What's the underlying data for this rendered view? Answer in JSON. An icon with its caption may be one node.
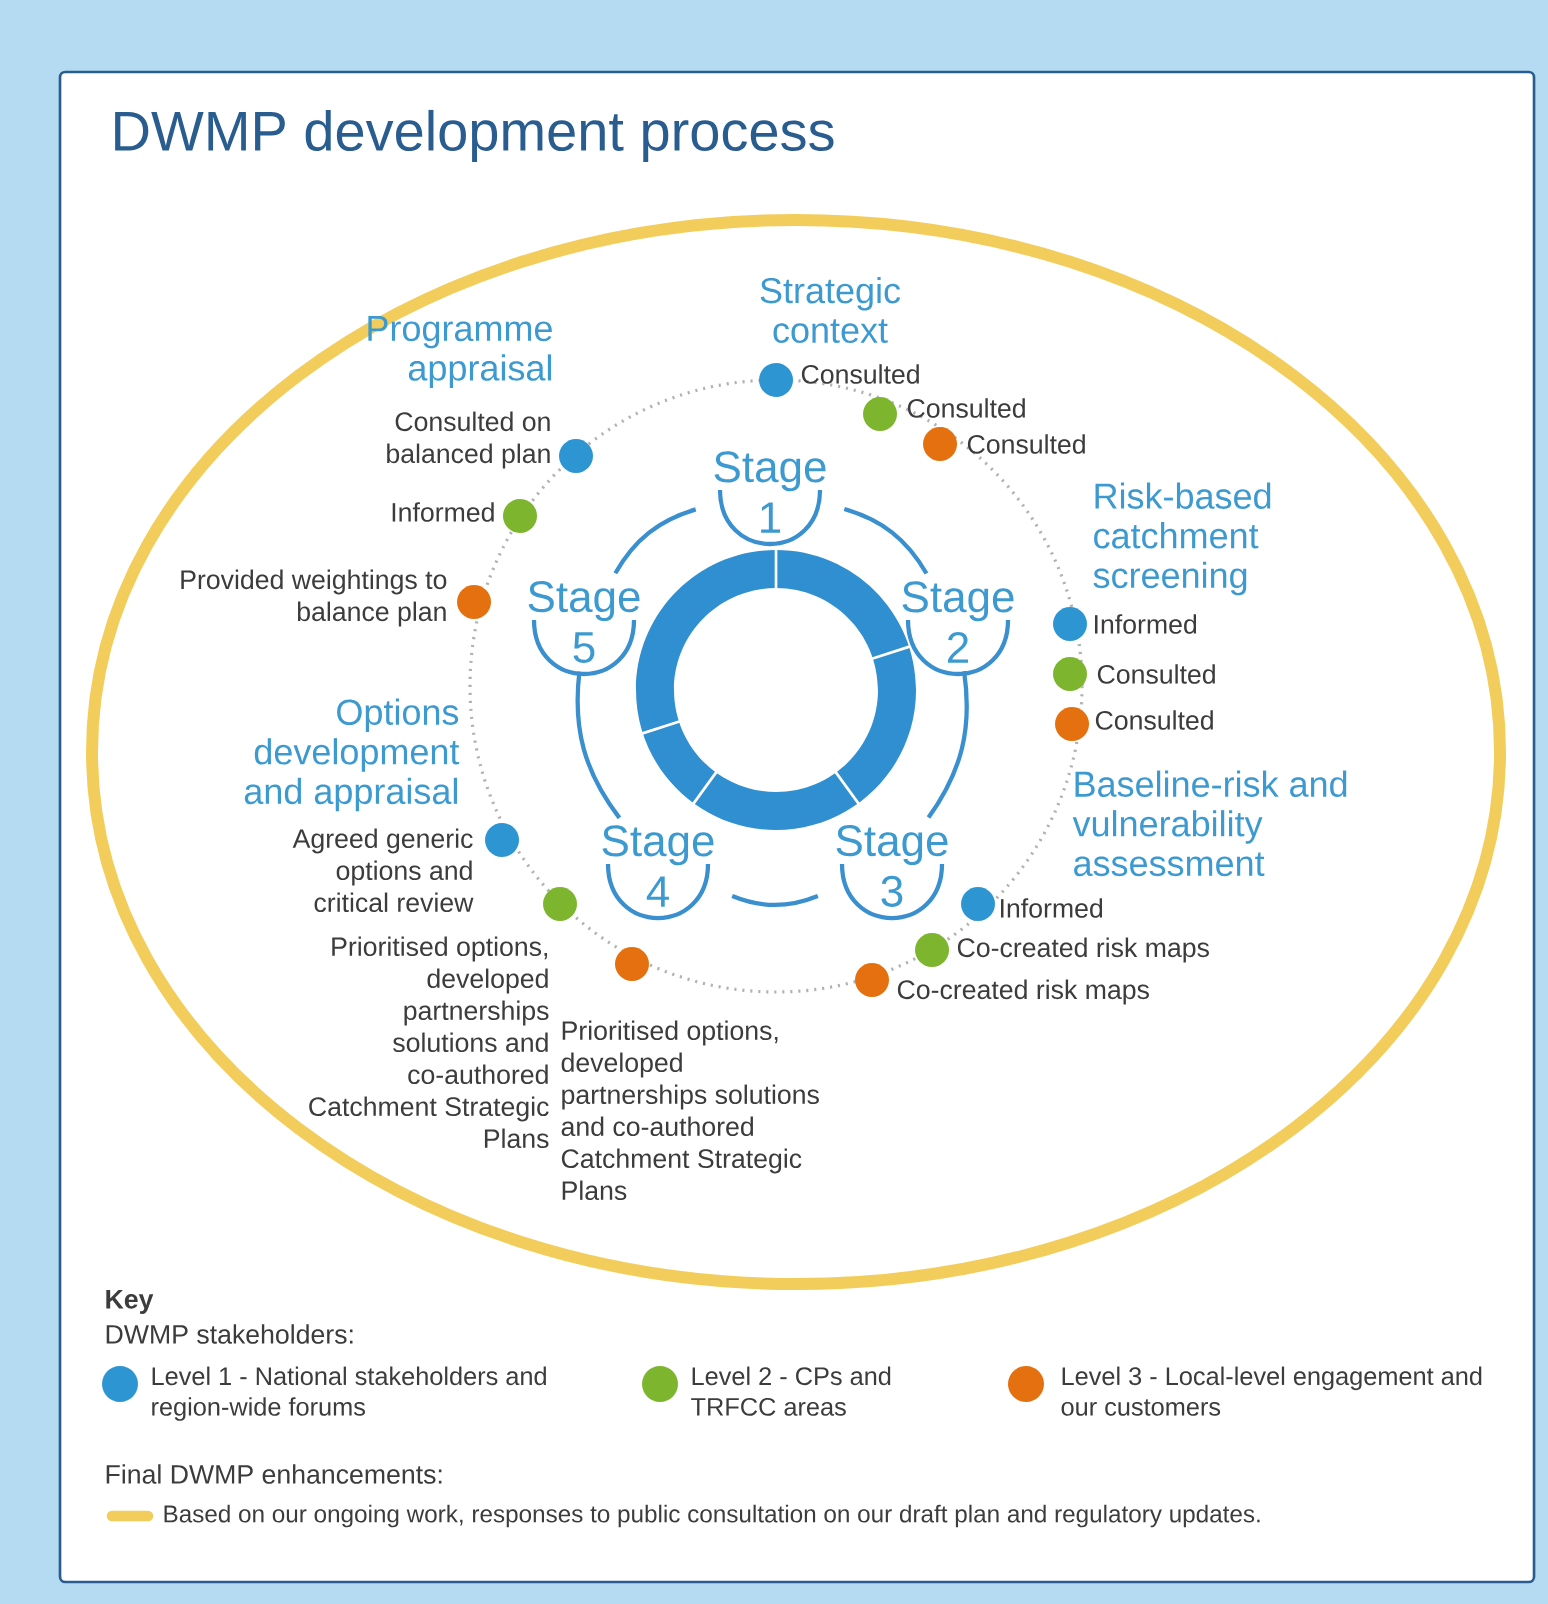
{
  "diagram": {
    "title": "DWMP development process",
    "nodes": [
      {
        "text": [
          "Stage 1"
        ]
      },
      {
        "text": [
          "Stage 2"
        ]
      },
      {
        "text": [
          "Stage 3"
        ]
      },
      {
        "text": [
          "Stage 4"
        ]
      },
      {
        "text": [
          "Stage 5"
        ]
      },
      {
        "text": [],
        "shape": "circle",
        "beside": [
          "Consulted"
        ]
      },
      {
        "text": [],
        "shape": "circle",
        "beside": [
          "Consulted"
        ]
      },
      {
        "text": [],
        "shape": "circle",
        "beside": [
          "Consulted"
        ]
      },
      {
        "text": [],
        "shape": "circle",
        "beside": [
          "Informed"
        ]
      },
      {
        "text": [],
        "shape": "circle",
        "beside": [
          "Consulted"
        ]
      },
      {
        "text": [],
        "shape": "circle",
        "beside": [
          "Consulted"
        ]
      },
      {
        "text": [],
        "shape": "circle",
        "beside": [
          "Informed"
        ]
      },
      {
        "text": [],
        "shape": "circle",
        "beside": [
          "Co-created risk maps"
        ]
      },
      {
        "text": [],
        "shape": "circle",
        "beside": [
          "Co-created risk maps"
        ]
      },
      {
        "text": [],
        "shape": "circle",
        "beside": [
          "Agreed generic options and critical review"
        ]
      },
      {
        "text": [],
        "shape": "circle",
        "beside": [
          "Prioritised options, developed partnerships solutions and co-authored Catchment Strategic Plans"
        ]
      },
      {
        "text": [],
        "shape": "circle",
        "beside": [
          "Prioritised options, developed partnerships solutions and co-authored Catchment Strategic Plans"
        ]
      },
      {
        "text": [],
        "shape": "circle",
        "beside": [
          "Consulted on balanced plan"
        ]
      },
      {
        "text": [],
        "shape": "circle",
        "beside": [
          "Informed"
        ]
      },
      {
        "text": [],
        "shape": "circle",
        "beside": [
          "Provided weightings to balance plan"
        ]
      }
    ],
    "edges": [
      {
        "from": 0,
        "to": 1,
        "arrow": "none"
      },
      {
        "from": 1,
        "to": 2,
        "arrow": "none"
      },
      {
        "from": 2,
        "to": 3,
        "arrow": "none"
      },
      {
        "from": 3,
        "to": 4,
        "arrow": "none"
      },
      {
        "from": 4,
        "to": 0,
        "arrow": "none"
      }
    ],
    "labels": [
      "Strategic context",
      "Programme appraisal",
      "Risk-based catchment screening",
      "Baseline-risk and vulnerability assessment",
      "Options development and appraisal",
      "Key",
      "DWMP stakeholders:",
      "Final DWMP enhancements:"
    ],
    "legend": [
      {
        "text": "Level 1 - National stakeholders and region-wide forums",
        "color": "#2e95d3"
      },
      {
        "text": "Level 2 - CPs and TRFCC areas",
        "color": "#7db52f"
      },
      {
        "text": "Level 3 - Local-level engagement and our customers",
        "color": "#e5700f"
      },
      {
        "text": "Based on our ongoing work, responses to public consultation on our draft plan and regulatory updates."
      }
    ]
  }
}
